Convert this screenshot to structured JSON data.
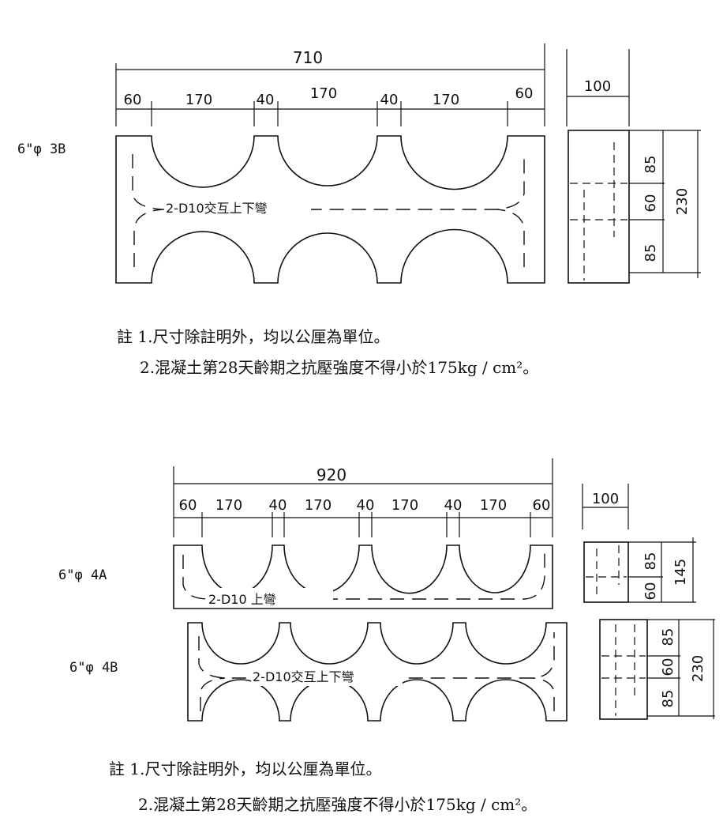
{
  "block_3b": {
    "label": "6\"φ 3B",
    "overall_dim": "710",
    "seg_dims": [
      "60",
      "170",
      "40",
      "170",
      "40",
      "170",
      "60"
    ],
    "side_dim": "100",
    "height_dims": [
      "85",
      "60",
      "85"
    ],
    "total_height": "230",
    "rebar": "2-D10交互上下彎"
  },
  "block_4a": {
    "label": "6\"φ 4A",
    "overall_dim": "920",
    "seg_dims": [
      "60",
      "170",
      "40",
      "170",
      "40",
      "170",
      "40",
      "170",
      "60"
    ],
    "side_dim": "100",
    "height_dims": [
      "60",
      "85"
    ],
    "total_height": "145",
    "rebar": "2-D10 上彎"
  },
  "block_4b": {
    "label": "6\"φ 4B",
    "rebar": "2-D10交互上下彎",
    "height_dims": [
      "85",
      "60",
      "85"
    ],
    "total_height": "230"
  },
  "notes_1": {
    "line1": "註 1.尺寸除註明外，均以公厘為單位。",
    "line2": "2.混凝土第28天齡期之抗壓強度不得小於175kg / cm²。"
  },
  "notes_2": {
    "line1": "註 1.尺寸除註明外，均以公厘為單位。",
    "line2": "2.混凝土第28天齡期之抗壓強度不得小於175kg / cm²。"
  }
}
